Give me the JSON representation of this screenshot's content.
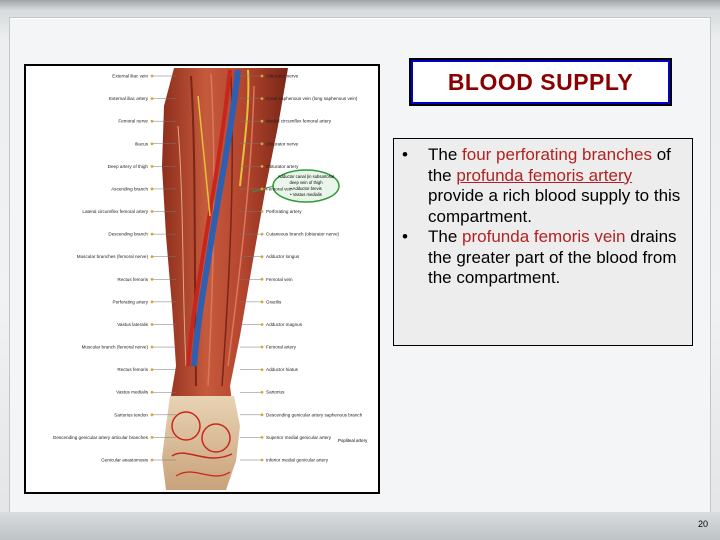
{
  "slide": {
    "title": "BLOOD SUPPLY",
    "page_number": "20",
    "bullets": [
      {
        "dot": "•",
        "s1": "The ",
        "s2": "four perforating branches",
        "s3": " of the ",
        "s4": "profunda femoris artery",
        "s5": " provide a rich blood supply to this compartment."
      },
      {
        "dot": "•",
        "s1": "The ",
        "s2": "profunda femoris vein",
        "s3": " drains the greater part of the blood from the compartment."
      }
    ]
  },
  "figure": {
    "labels_left": [
      "External iliac vein",
      "External iliac artery",
      "Femoral nerve",
      "Iliacus",
      "Deep artery of thigh",
      "Ascending branch",
      "Lateral circumflex femoral artery",
      "Descending branch",
      "Muscular branches (femoral nerve)",
      "Rectus femoris",
      "Perforating artery",
      "Vastus lateralis",
      "Muscular branch (femoral nerve)",
      "Rectus femoris",
      "Vastus medialis",
      "Sartorius tendon",
      "Descending genicular artery articular branches",
      "Genicular anastomosis"
    ],
    "labels_right": [
      "Obturator nerve",
      "Great saphenous vein (long saphenous vein)",
      "Medial circumflex femoral artery",
      "Obturator nerve",
      "Obturator artery",
      "Femoral vein",
      "Perforating artery",
      "Cutaneous branch (obturator nerve)",
      "Adductor longus",
      "Femoral vein",
      "Gracilis",
      "Adductor magnus",
      "Femoral artery",
      "Adductor hiatus",
      "Sartorius",
      "Descending genicular artery saphenous branch",
      "Superior medial genicular artery",
      "Inferior medial genicular artery"
    ],
    "label_popliteal": "Popliteal artery",
    "callout": {
      "line1": "Adductor canal (in subsartorial",
      "line2": "deep vein of thigh",
      "line3": "• Adductor brevis",
      "line4": "• Vastus medialis"
    },
    "colors": {
      "muscle": "#b3452e",
      "vein": "#2f5fb0",
      "artery": "#c8261c",
      "nerve": "#e2c23a",
      "callout": "#2f9a3a"
    }
  }
}
